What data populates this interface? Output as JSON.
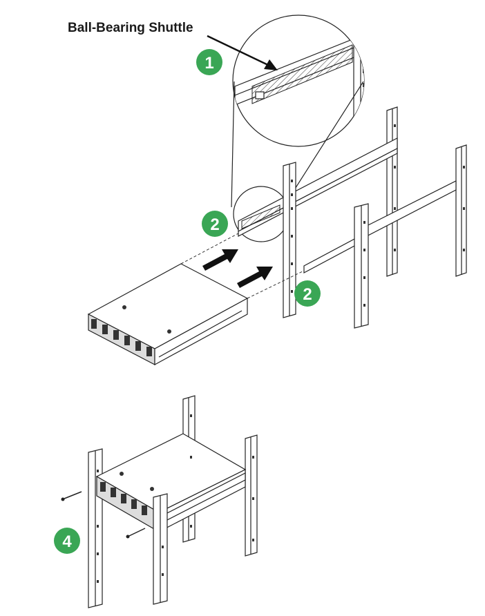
{
  "callout": {
    "label": "Ball-Bearing Shuttle"
  },
  "steps": [
    {
      "id": "step-1",
      "number": "1"
    },
    {
      "id": "step-2a",
      "number": "2"
    },
    {
      "id": "step-2b",
      "number": "2"
    },
    {
      "id": "step-4",
      "number": "4"
    }
  ],
  "colors": {
    "badge": "#3aa655",
    "ink": "#222222",
    "arrow": "#111111"
  }
}
